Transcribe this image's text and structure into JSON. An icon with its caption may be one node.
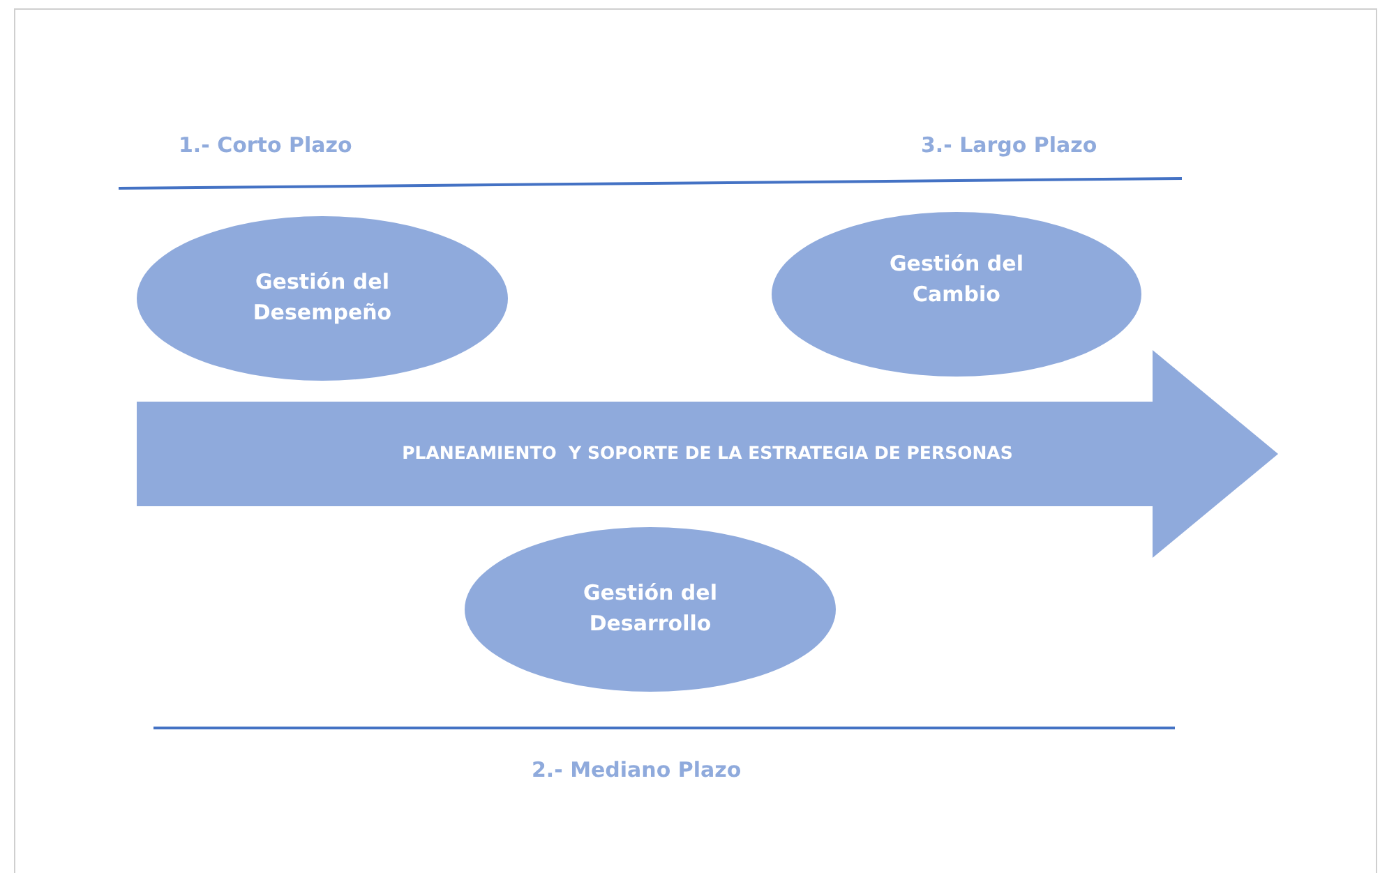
{
  "diagram": {
    "nodes": [
      {
        "text": [
          "Gestión del Desempeño"
        ]
      },
      {
        "text": [
          "Gestión del Cambio"
        ]
      },
      {
        "text": [
          "PLANEAMIENTO  Y SOPORTE DE LA ESTRATEGIA DE PERSONAS"
        ]
      },
      {
        "text": [
          "Gestión del Desarrollo"
        ]
      }
    ],
    "labels": [
      "1.- Corto Plazo",
      "3.- Largo Plazo",
      "2.- Mediano Plazo"
    ]
  }
}
